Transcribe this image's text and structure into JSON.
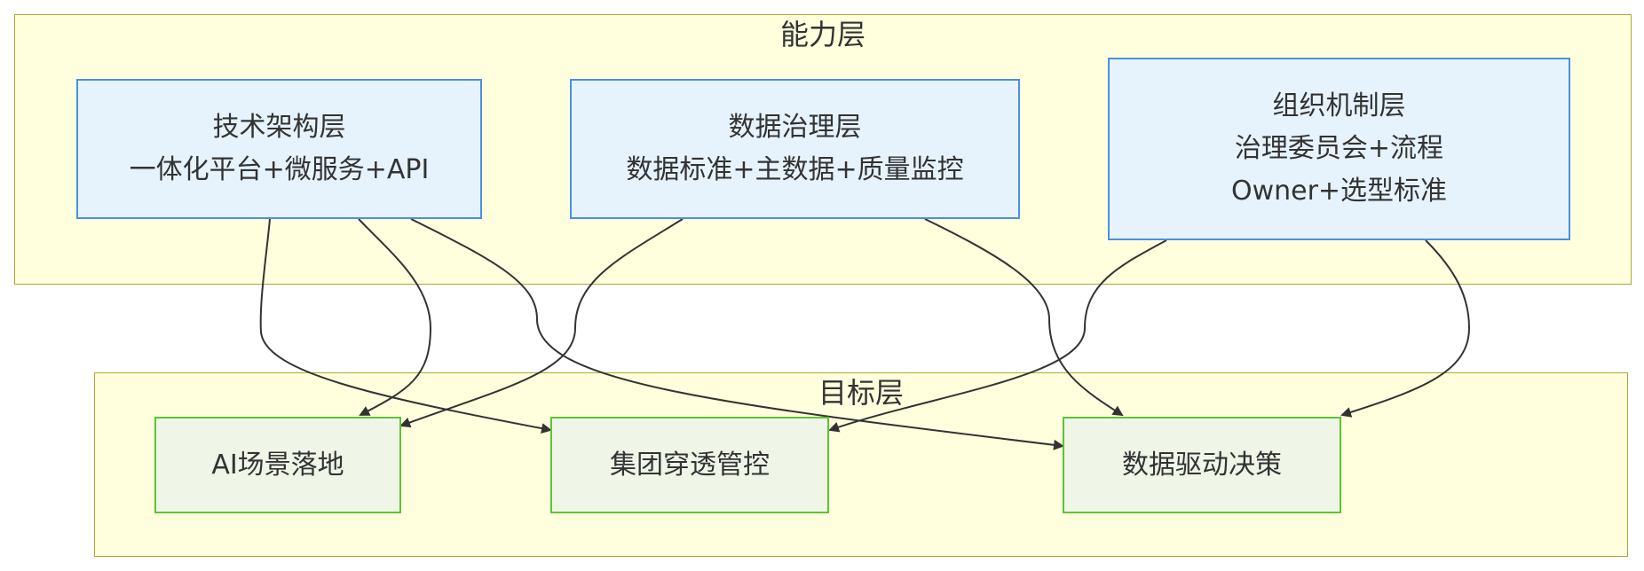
{
  "capability_layer": {
    "title": "能力层",
    "nodes": [
      {
        "id": "tech",
        "title": "技术架构层",
        "detail": "一体化平台+微服务+API"
      },
      {
        "id": "data",
        "title": "数据治理层",
        "detail": "数据标准+主数据+质量监控"
      },
      {
        "id": "org",
        "title": "组织机制层",
        "detail": "治理委员会+流程Owner+选型标准"
      }
    ]
  },
  "goal_layer": {
    "title": "目标层",
    "nodes": [
      {
        "id": "ai",
        "title": "AI场景落地"
      },
      {
        "id": "group",
        "title": "集团穿透管控"
      },
      {
        "id": "decision",
        "title": "数据驱动决策"
      }
    ]
  },
  "edges": [
    {
      "from": "tech",
      "to": "group"
    },
    {
      "from": "tech",
      "to": "ai"
    },
    {
      "from": "tech",
      "to": "decision"
    },
    {
      "from": "data",
      "to": "ai"
    },
    {
      "from": "data",
      "to": "decision"
    },
    {
      "from": "org",
      "to": "group"
    },
    {
      "from": "org",
      "to": "decision"
    }
  ]
}
